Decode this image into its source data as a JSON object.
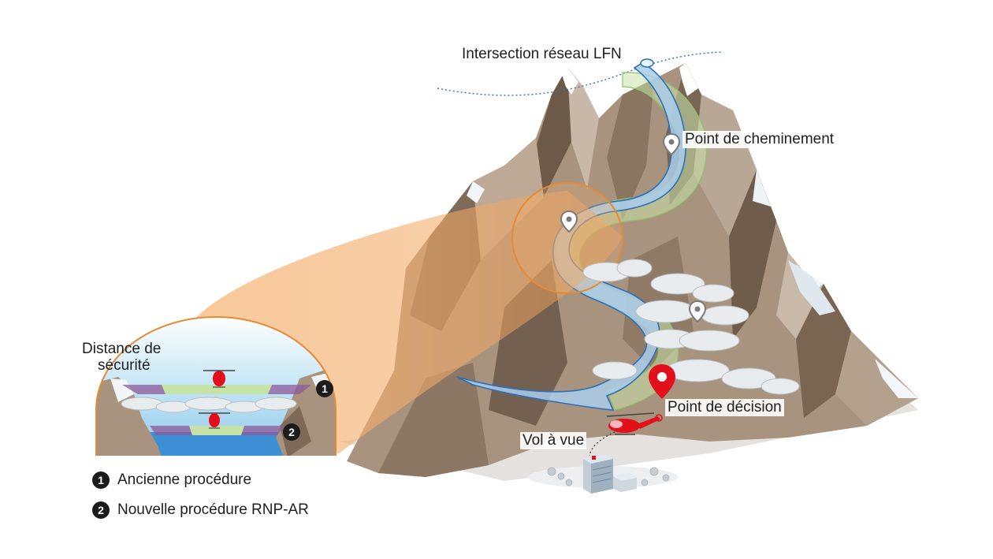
{
  "labels": {
    "intersection": "Intersection réseau LFN",
    "waypoint": "Point de cheminement",
    "safety_distance_line1": "Distance de",
    "safety_distance_line2": "sécurité",
    "decision_point": "Point de décision",
    "visual_flight": "Vol à vue"
  },
  "markers": {
    "one": "1",
    "two": "2"
  },
  "legend": [
    {
      "number": "1",
      "text": "Ancienne procédure"
    },
    {
      "number": "2",
      "text": "Nouvelle procédure RNP-AR"
    }
  ],
  "colors": {
    "route_blue": "#a9cdeb",
    "route_edge": "#2f6fb6",
    "corridor_green": "#c9e3a8",
    "cone_orange": "#f0a25a",
    "decision_red": "#e3101b",
    "sky_blue": "#9fd2ef",
    "water_blue": "#3d8fd6"
  },
  "icons": [
    "waypoint-pin-icon",
    "decision-pin-icon",
    "helicopter-icon",
    "hospital-building-icon"
  ]
}
